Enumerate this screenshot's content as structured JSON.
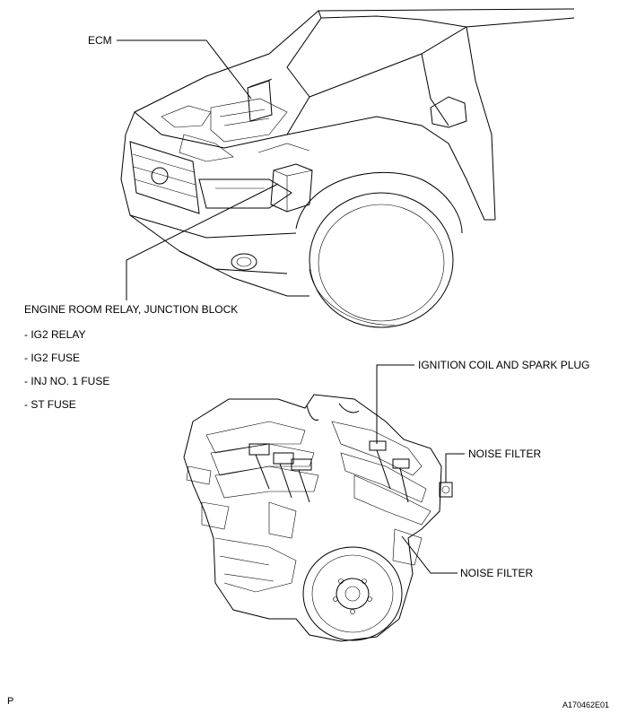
{
  "labels": {
    "ecm": "ECM",
    "engine_room_relay": "ENGINE ROOM RELAY, JUNCTION BLOCK",
    "relay_items": [
      "- IG2 RELAY",
      "- IG2 FUSE",
      "- INJ NO. 1 FUSE",
      "- ST FUSE"
    ],
    "ignition_coil": "IGNITION COIL AND SPARK PLUG",
    "noise_filter_upper": "NOISE FILTER",
    "noise_filter_lower": "NOISE FILTER"
  },
  "footer": {
    "left_mark": "P",
    "figure_id": "A170462E01"
  }
}
